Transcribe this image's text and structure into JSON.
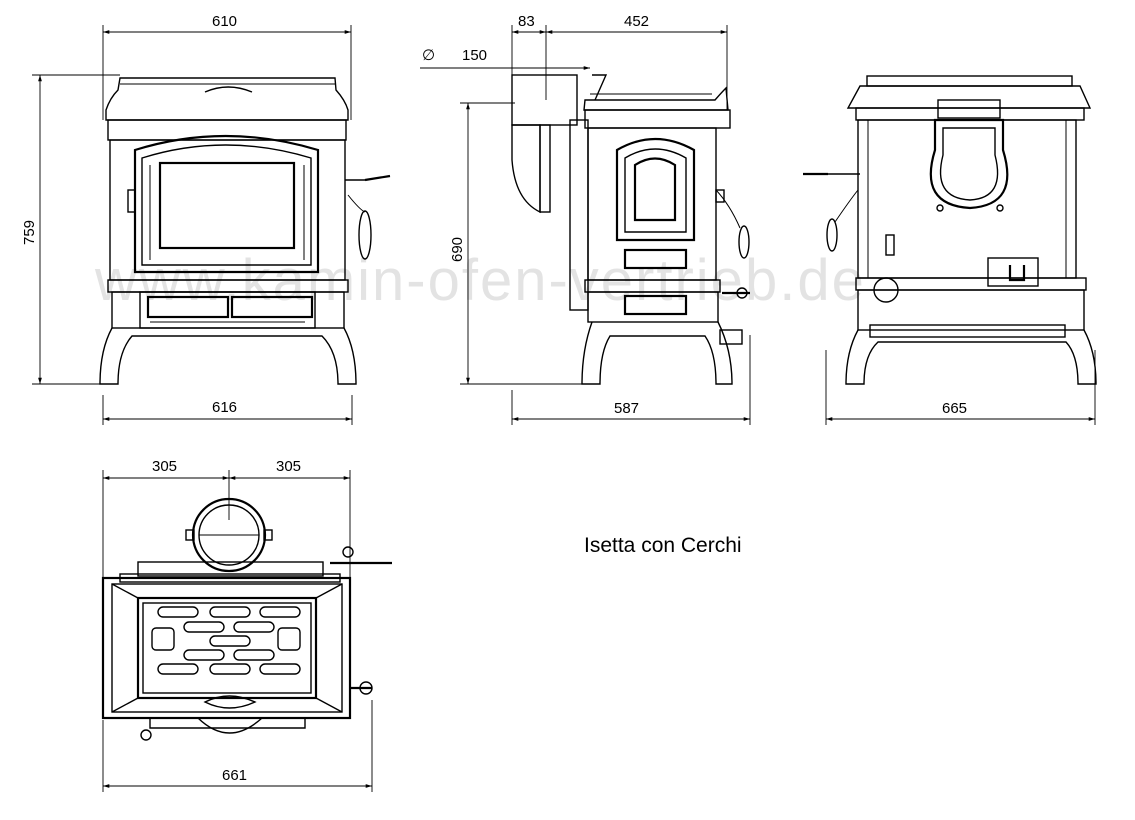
{
  "title": "Isetta con Cerchi",
  "watermark": "www.kamin-ofen-vertrieb.de",
  "diameter_symbol": "∅",
  "dimensions": {
    "front_top_width": "610",
    "front_height": "759",
    "front_base_width": "616",
    "side_flue_offset": "83",
    "side_top_depth": "452",
    "flue_diameter": "150",
    "side_height": "690",
    "side_base_depth": "587",
    "back_width": "665",
    "top_left_half": "305",
    "top_right_half": "305",
    "top_total_width": "661"
  }
}
